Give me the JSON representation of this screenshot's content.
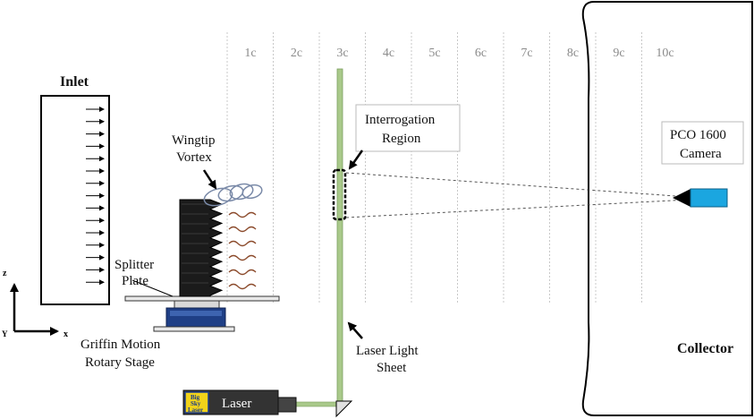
{
  "labels": {
    "inlet": "Inlet",
    "wingtip_line1": "Wingtip",
    "wingtip_line2": "Vortex",
    "splitter_line1": "Splitter",
    "splitter_line2": "Plate",
    "griffin_line1": "Griffin Motion",
    "griffin_line2": "Rotary Stage",
    "laser": "Laser",
    "laser_logo_line1": "Big",
    "laser_logo_line2": "Sky",
    "laser_logo_line3": "Laser",
    "sheet_line1": "Laser Light",
    "sheet_line2": "Sheet",
    "interrogation_line1": "Interrogation",
    "interrogation_line2": "Region",
    "camera_line1": "PCO 1600",
    "camera_line2": "Camera",
    "collector": "Collector",
    "axis_z": "z",
    "axis_x": "x",
    "axis_y": "Y"
  },
  "chord_stations": [
    "1c",
    "2c",
    "3c",
    "4c",
    "5c",
    "6c",
    "7c",
    "8c",
    "9c",
    "10c"
  ],
  "colors": {
    "laser_sheet": "#a9c98a",
    "camera": "#1ba6e0",
    "rotary_stage": "#1f3f86",
    "wing": "#1b1b1b",
    "wake": "#8b4a2b",
    "gridline": "#c8c8c8"
  }
}
